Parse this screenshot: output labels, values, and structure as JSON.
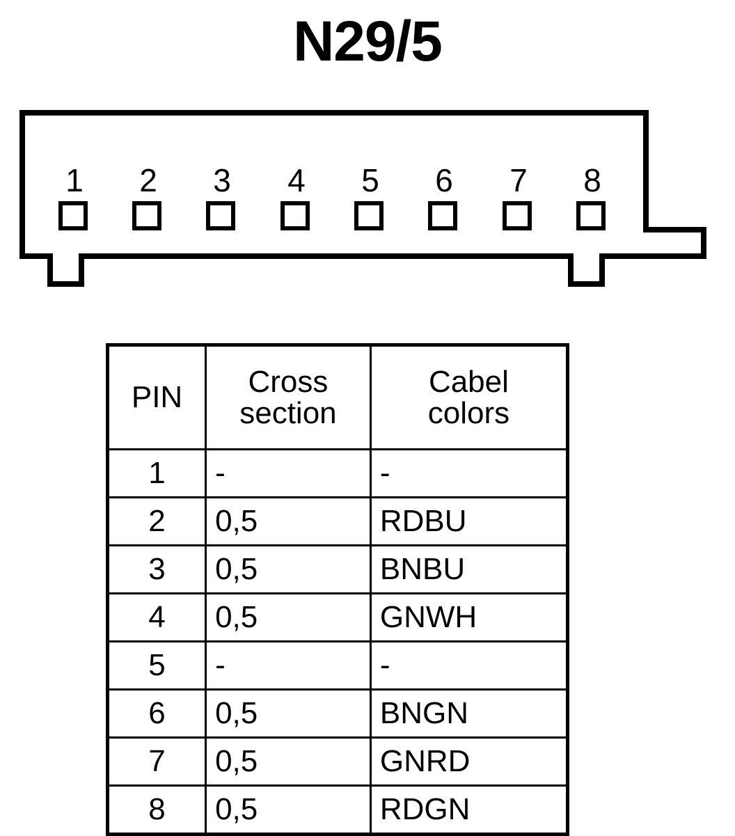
{
  "title": "N29/5",
  "connector": {
    "name": "connector-8-pin-housing",
    "pin_labels": [
      "1",
      "2",
      "3",
      "4",
      "5",
      "6",
      "7",
      "8"
    ],
    "pin_count": 8,
    "outline_color": "#000000",
    "fill_color": "#ffffff"
  },
  "table": {
    "headers": {
      "pin": "PIN",
      "cross_section_line1": "Cross",
      "cross_section_line2": "section",
      "cable_colors_line1": "Cabel",
      "cable_colors_line2": "colors"
    },
    "rows": [
      {
        "pin": "1",
        "cross_section": "-",
        "cable_colors": "-"
      },
      {
        "pin": "2",
        "cross_section": "0,5",
        "cable_colors": "RDBU"
      },
      {
        "pin": "3",
        "cross_section": "0,5",
        "cable_colors": "BNBU"
      },
      {
        "pin": "4",
        "cross_section": "0,5",
        "cable_colors": "GNWH"
      },
      {
        "pin": "5",
        "cross_section": "-",
        "cable_colors": "-"
      },
      {
        "pin": "6",
        "cross_section": "0,5",
        "cable_colors": "BNGN"
      },
      {
        "pin": "7",
        "cross_section": "0,5",
        "cable_colors": "GNRD"
      },
      {
        "pin": "8",
        "cross_section": "0,5",
        "cable_colors": "RDGN"
      }
    ]
  }
}
